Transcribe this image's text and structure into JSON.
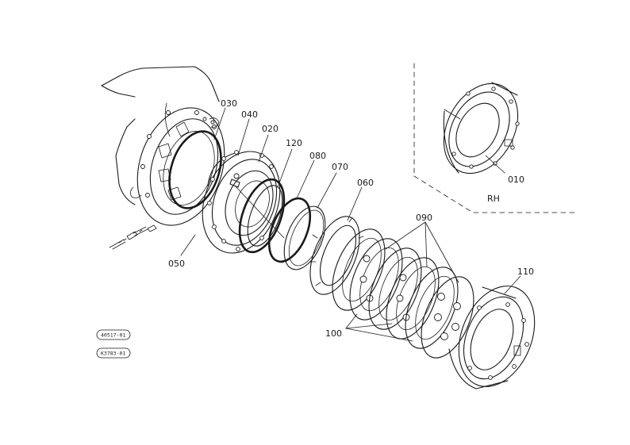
{
  "callouts": {
    "p030": "030",
    "p040": "040",
    "p020": "020",
    "p120": "120",
    "p080": "080",
    "p070": "070",
    "p060": "060",
    "p090": "090",
    "p110": "110",
    "p100": "100",
    "p050": "050",
    "p010": "010"
  },
  "inset_label": "RH",
  "stamps": {
    "first": "40517-01",
    "second": "K3783-01"
  }
}
